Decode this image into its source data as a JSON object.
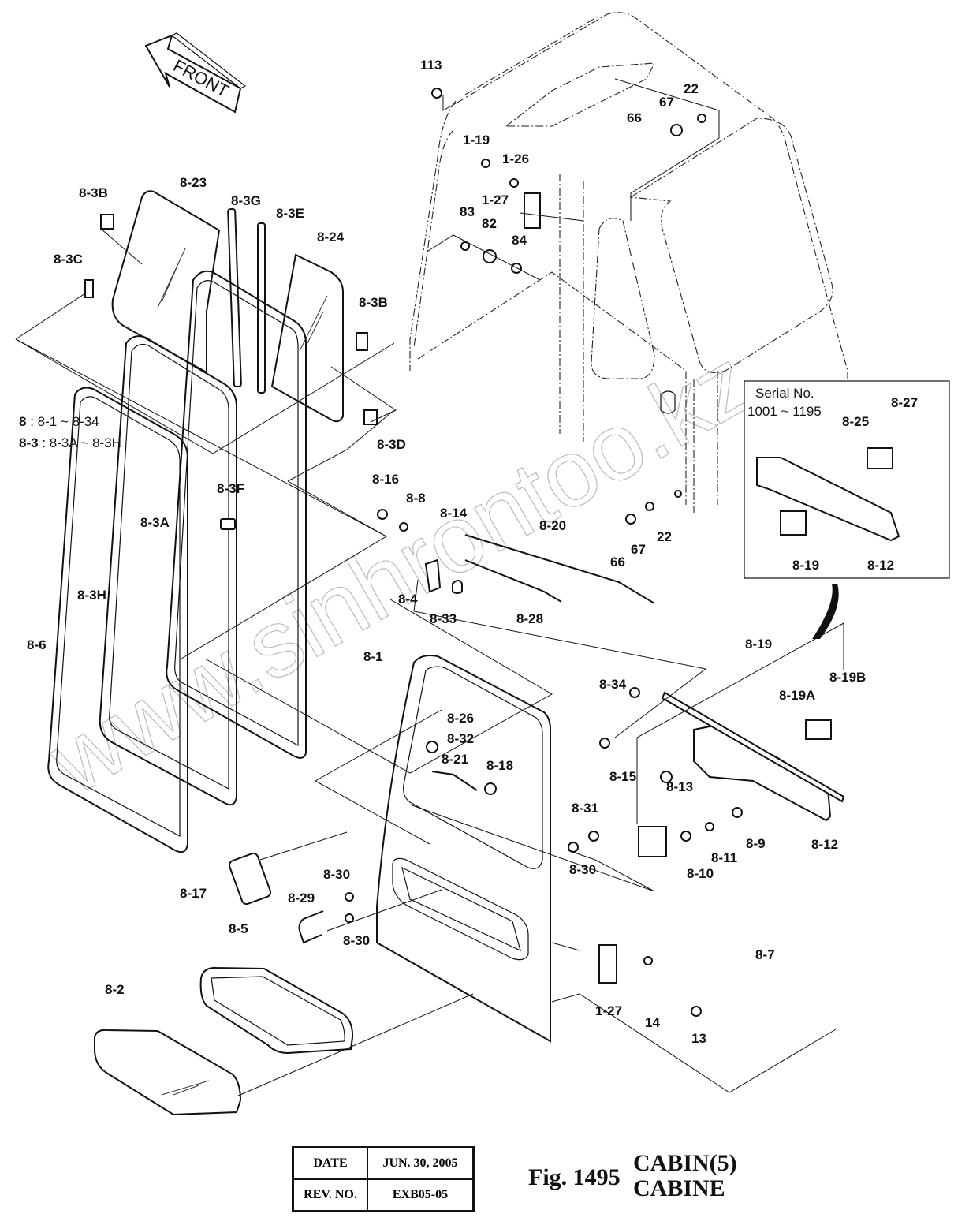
{
  "figure": {
    "number_label": "Fig. 1495",
    "title_en": "CABIN(5)",
    "title_fr": "CABINE"
  },
  "title_block": {
    "date_label": "DATE",
    "date_value": "JUN. 30, 2005",
    "rev_label": "REV. NO.",
    "rev_value": "EXB05-05"
  },
  "front_arrow": {
    "label": "FRONT"
  },
  "group_notes": [
    {
      "key": "8",
      "range": ": 8-1 ~ 8-34"
    },
    {
      "key": "8-3",
      "range": ": 8-3A ~ 8-3H"
    }
  ],
  "serial_inset": {
    "line1": "Serial No.",
    "line2": "1001 ~ 1195",
    "parts": [
      "8-27",
      "8-25",
      "8-19",
      "8-12"
    ]
  },
  "watermark": "www.sinhrontoo.kz",
  "callouts": [
    "113",
    "22",
    "67",
    "66",
    "1-19",
    "1-26",
    "1-27",
    "83",
    "82",
    "84",
    "8-3B",
    "8-23",
    "8-3G",
    "8-3E",
    "8-24",
    "8-3C",
    "8-3B",
    "8-3D",
    "8-3F",
    "8-16",
    "8-8",
    "8-14",
    "8-20",
    "8-4",
    "8-33",
    "8-28",
    "66",
    "67",
    "22",
    "8-3A",
    "8-3H",
    "8-6",
    "8-1",
    "8-26",
    "8-32",
    "8-21",
    "8-18",
    "8-34",
    "8-15",
    "8-19",
    "8-19A",
    "8-19B",
    "8-13",
    "8-12",
    "8-31",
    "8-30",
    "8-9",
    "8-11",
    "8-10",
    "8-17",
    "8-30",
    "8-29",
    "8-30",
    "8-5",
    "8-2",
    "1-27",
    "14",
    "13",
    "8-7"
  ]
}
